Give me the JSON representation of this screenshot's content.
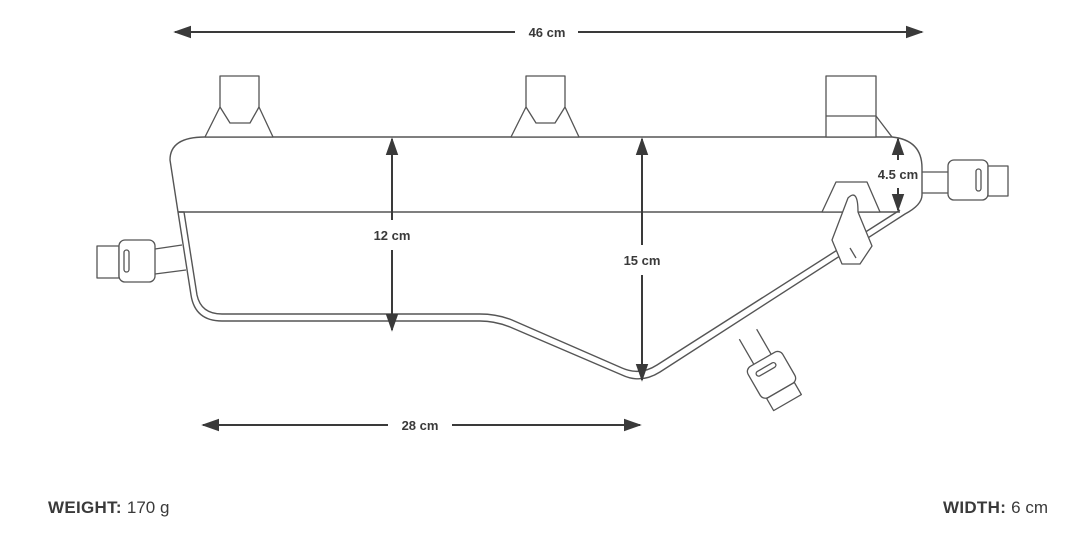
{
  "dimensions": {
    "overall_length": "46 cm",
    "front_height": "12 cm",
    "max_height": "15 cm",
    "rear_depth": "4.5 cm",
    "bottom_length": "28 cm"
  },
  "specs": {
    "weight_label": "WEIGHT:",
    "weight_value": "170 g",
    "width_label": "WIDTH:",
    "width_value": "6 cm"
  },
  "colors": {
    "line": "#3a3a3a",
    "outline": "#555555",
    "background": "#ffffff"
  }
}
